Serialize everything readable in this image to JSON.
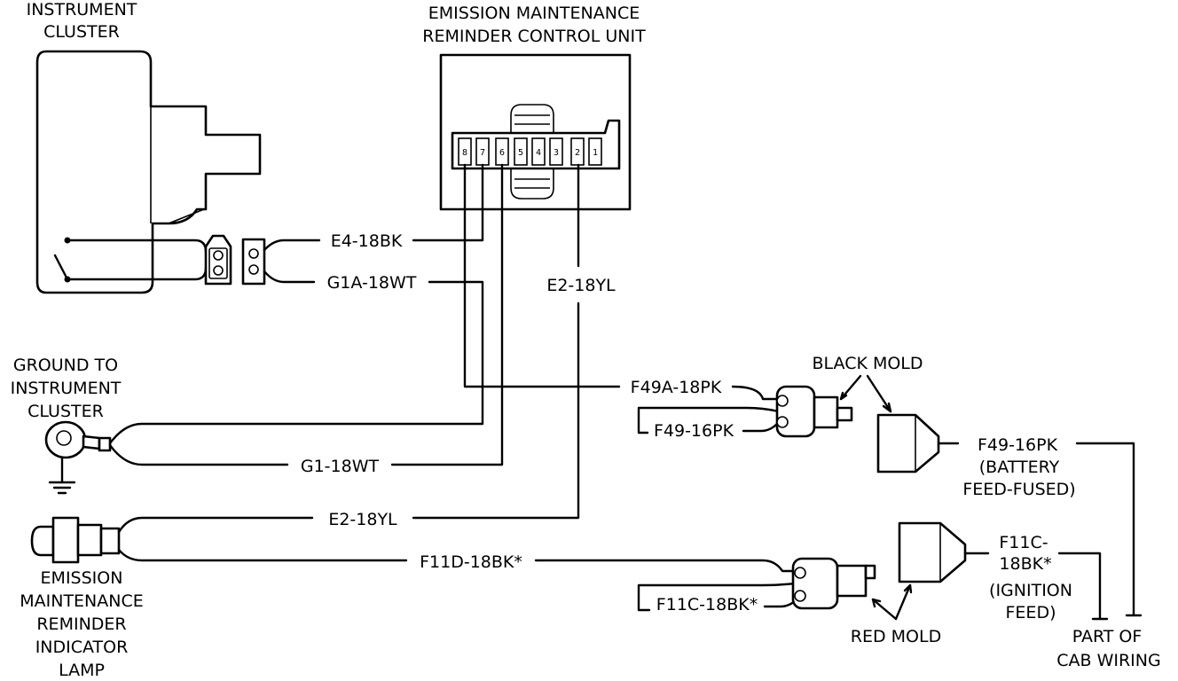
{
  "labels": {
    "instrument_cluster": [
      "INSTRUMENT",
      "CLUSTER"
    ],
    "control_unit": [
      "EMISSION MAINTENANCE",
      "REMINDER CONTROL UNIT"
    ],
    "ground": [
      "GROUND TO",
      "INSTRUMENT",
      "CLUSTER"
    ],
    "indicator_lamp": [
      "EMISSION",
      "MAINTENANCE",
      "REMINDER",
      "INDICATOR",
      "LAMP"
    ],
    "black_mold": "BLACK MOLD",
    "red_mold": "RED MOLD",
    "battery_feed": [
      "(BATTERY",
      "FEED-FUSED)"
    ],
    "ignition_feed": [
      "(IGNITION",
      "FEED)"
    ],
    "cab_wiring": [
      "PART OF",
      "CAB WIRING"
    ]
  },
  "wires": {
    "e4": "E4-18BK",
    "g1a": "G1A-18WT",
    "e2_vertical": "E2-18YL",
    "g1": "G1-18WT",
    "e2_lamp": "E2-18YL",
    "f49a": "F49A-18PK",
    "f49_left": "F49-16PK",
    "f49_right": "F49-16PK",
    "f11d": "F11D-18BK*",
    "f11c_left": "F11C-18BK*",
    "f11c_right": [
      "F11C-",
      "18BK*"
    ]
  },
  "pins": [
    "8",
    "7",
    "6",
    "5",
    "4",
    "3",
    "2",
    "1"
  ]
}
